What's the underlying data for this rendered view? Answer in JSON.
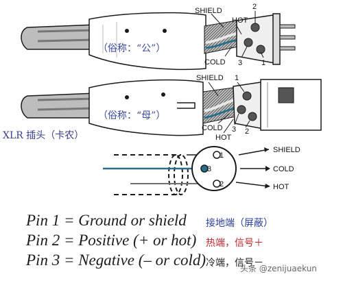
{
  "top_connector": {
    "alias": "（俗称：“公”）",
    "labels": {
      "shield": "SHIELD",
      "hot": "HOT",
      "cold": "COLD",
      "pin1": "1",
      "pin2": "2",
      "pin3": "3"
    }
  },
  "bottom_connector": {
    "alias": "（俗称：“母”）",
    "labels": {
      "shield": "SHIELD",
      "hot": "HOT",
      "cold": "COLD",
      "pin1": "1",
      "pin2": "2",
      "pin3": "3"
    }
  },
  "xlr_title": "XLR 插头（卡农）",
  "schematic": {
    "labels": {
      "shield": "SHIELD",
      "cold": "COLD",
      "hot": "HOT",
      "pin1": "1",
      "pin2": "2",
      "pin3": "3"
    }
  },
  "pins": [
    {
      "definition": "Pin 1 = Ground or shield",
      "chinese": "接地端（屏蔽）"
    },
    {
      "definition": "Pin 2 = Positive (+ or hot)",
      "chinese": "热端，信号＋"
    },
    {
      "definition": "Pin 3 = Negative (– or cold)",
      "chinese": "冷端，信号－"
    }
  ],
  "watermark": "头条 @zenijuaekun",
  "colors": {
    "line": "#1a1a1a",
    "blue_wire": "#2a6f8a",
    "cn_blue": "#2b3f9e",
    "cn_red": "#c2272d",
    "alias_blue": "#3b4aa2"
  }
}
